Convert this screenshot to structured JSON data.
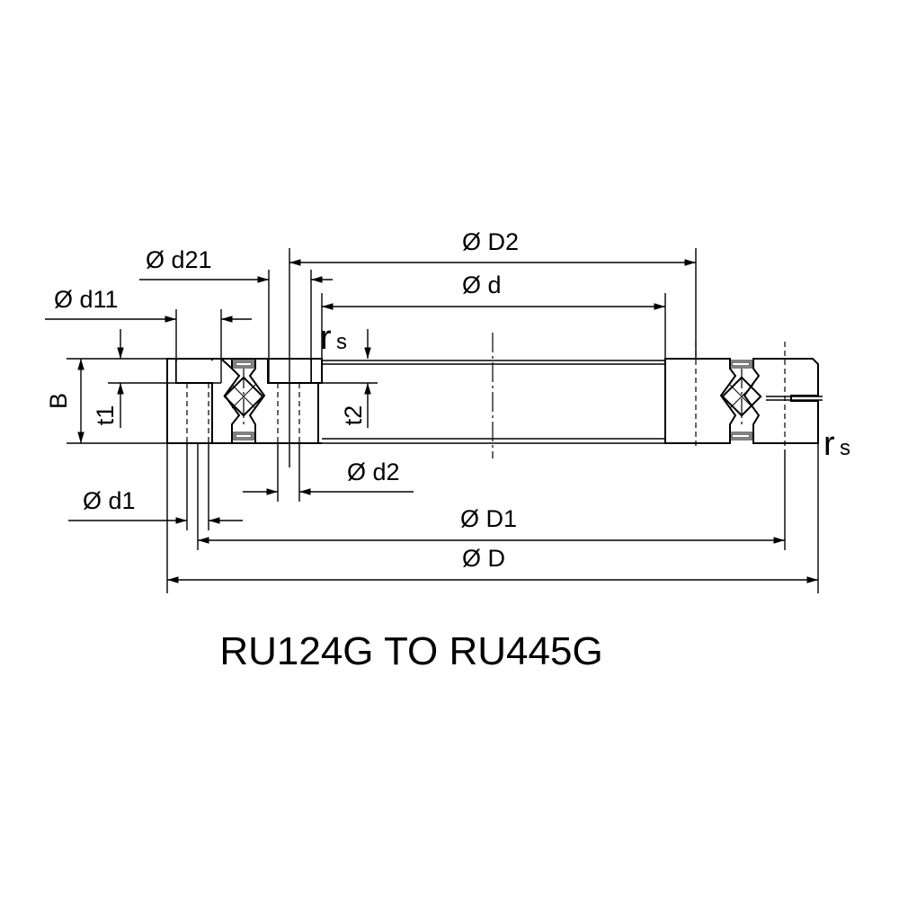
{
  "dimensions": {
    "D2": "Ø D2",
    "d": "Ø d",
    "d21": "Ø d21",
    "d11": "Ø d11",
    "B": "B",
    "t1": "t1",
    "t2": "t2",
    "d2": "Ø d2",
    "d1": "Ø d1",
    "D1": "Ø D1",
    "D": "Ø D",
    "rs_main": "r",
    "rs_sub": "s"
  },
  "title": "RU124G TO RU445G",
  "colors": {
    "line": "#000000",
    "background": "#ffffff"
  }
}
